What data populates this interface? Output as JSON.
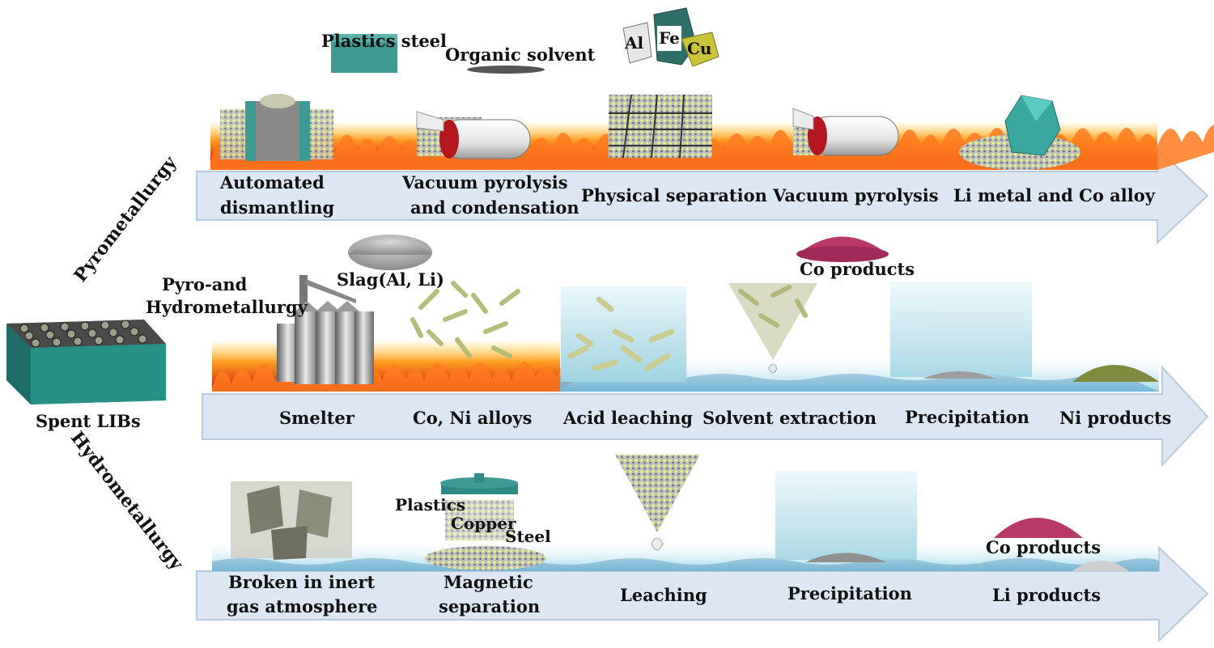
{
  "colors": {
    "arrow_fill": "#dde7f3",
    "arrow_stroke": "#b9cbe1",
    "fire": "#f26a1b",
    "water": "#8fc7e6",
    "teal": "#3e9a92",
    "co_product": "#b8386a",
    "ni_product": "#7f8b3f"
  },
  "left": {
    "spent_libs": "Spent LIBs",
    "pyrometallurgy": "Pyrometallurgy",
    "hydrometallurgy": "Hydrometallurgy",
    "pyro_hydro_line1": "Pyro-and",
    "pyro_hydro_line2": "Hydrometallurgy"
  },
  "top": {
    "plastics_steel": "Plastics steel",
    "organic_solvent": "Organic solvent",
    "al": "Al",
    "fe": "Fe",
    "cu": "Cu"
  },
  "row1": {
    "steps": [
      "Automated",
      "dismantling",
      "Vacuum pyrolysis",
      "and condensation",
      "Physical separation",
      "Vacuum pyrolysis",
      "Li metal and Co alloy"
    ]
  },
  "row2": {
    "slag": "Slag(Al, Li)",
    "co_products": "Co products",
    "steps": [
      "Smelter",
      "Co, Ni alloys",
      "Acid leaching",
      "Solvent extraction",
      "Precipitation",
      "Ni products"
    ]
  },
  "row3": {
    "plastics": "Plastics",
    "copper": "Copper",
    "steel": "Steel",
    "co_products": "Co products",
    "steps": [
      "Broken in inert",
      "gas atmosphere",
      "Magnetic",
      "separation",
      "Leaching",
      "Precipitation",
      "Li products"
    ]
  }
}
